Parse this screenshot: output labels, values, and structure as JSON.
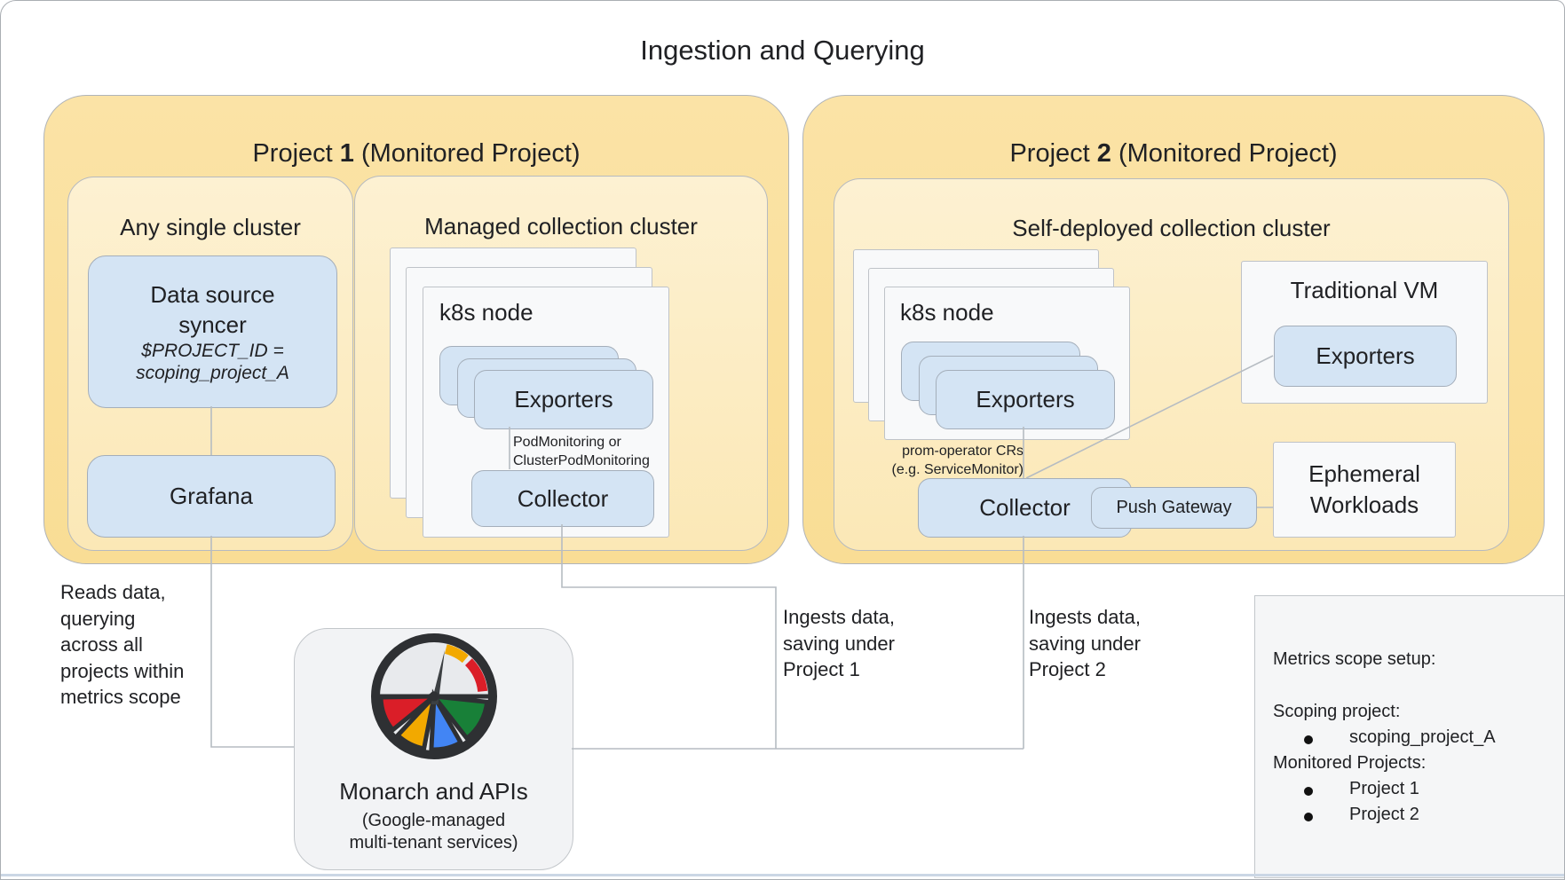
{
  "title": "Ingestion and Querying",
  "colors": {
    "project_fill": "#fbe3a6",
    "cluster_fill": "#fdf1d2",
    "component_blue": "#d4e4f4",
    "node_white": "#f8f9fa",
    "gauge_dark": "#2e3033",
    "gauge_face": "#e8eaed",
    "gauge_red": "#da1e28",
    "gauge_yellow": "#f2a900",
    "gauge_blue": "#4285f4",
    "gauge_green": "#188038",
    "gauge_needle": "#3c4043"
  },
  "project1": {
    "title_prefix": "Project ",
    "title_num": "1",
    "title_suffix": " (Monitored Project)",
    "any_single_cluster": {
      "title": "Any single cluster",
      "data_source_syncer": {
        "line1": "Data source",
        "line2": "syncer",
        "var_line1": "$PROJECT_ID =",
        "var_line2": "scoping_project_A"
      },
      "grafana": "Grafana"
    },
    "managed_cluster": {
      "title": "Managed collection cluster",
      "k8s_node": "k8s node",
      "exporters": "Exporters",
      "monitoring_note_line1": "PodMonitoring or",
      "monitoring_note_line2": "ClusterPodMonitoring",
      "collector": "Collector"
    }
  },
  "project2": {
    "title_prefix": "Project ",
    "title_num": "2",
    "title_suffix": " (Monitored Project)",
    "self_deployed_cluster": {
      "title": "Self-deployed collection cluster",
      "k8s_node": "k8s node",
      "exporters": "Exporters",
      "monitoring_note_line1": "prom-operator CRs",
      "monitoring_note_line2": "(e.g. ServiceMonitor)",
      "collector": "Collector",
      "push_gateway": "Push Gateway",
      "traditional_vm": {
        "title": "Traditional VM",
        "exporters": "Exporters"
      },
      "ephemeral_workloads": {
        "line1": "Ephemeral",
        "line2": "Workloads"
      }
    }
  },
  "monarch": {
    "title": "Monarch and APIs",
    "subtitle_line1": "(Google-managed",
    "subtitle_line2": "multi-tenant services)"
  },
  "labels": {
    "reads_data": "Reads data,\nquerying\nacross all\nprojects within\nmetrics scope",
    "ingests_p1": "Ingests data,\nsaving under\nProject 1",
    "ingests_p2": "Ingests data,\nsaving under\nProject 2"
  },
  "metrics_scope": {
    "heading": "Metrics scope setup:",
    "scoping_label": "Scoping project:",
    "scoping_value": "scoping_project_A",
    "monitored_label": "Monitored Projects:",
    "monitored_value_1": "Project 1",
    "monitored_value_2": "Project 2"
  }
}
